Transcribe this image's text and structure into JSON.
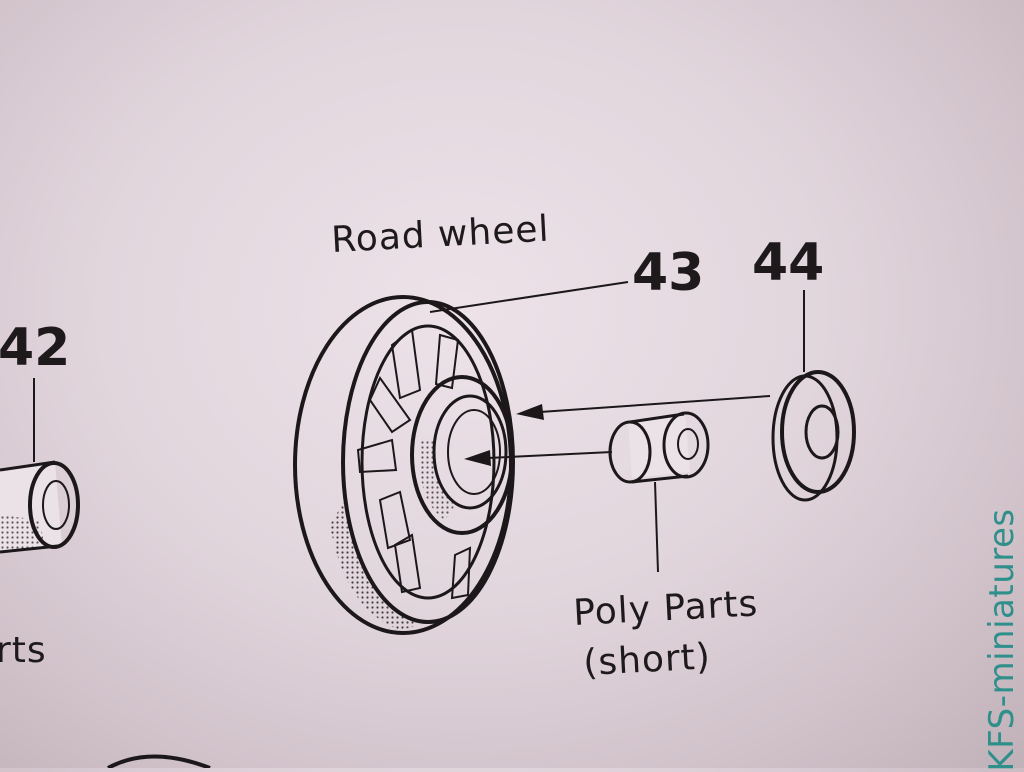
{
  "labels": {
    "road_wheel": "Road wheel",
    "part_43": "43",
    "part_44": "44",
    "part_42": "42",
    "poly_parts": "Poly Parts",
    "short": "(short)",
    "left_parts_fragment": "rts"
  },
  "watermark": "KFS-miniatures",
  "colors": {
    "ink": "#1c181a",
    "paper": "#e6dce2",
    "watermark": "#2f8f8b"
  }
}
